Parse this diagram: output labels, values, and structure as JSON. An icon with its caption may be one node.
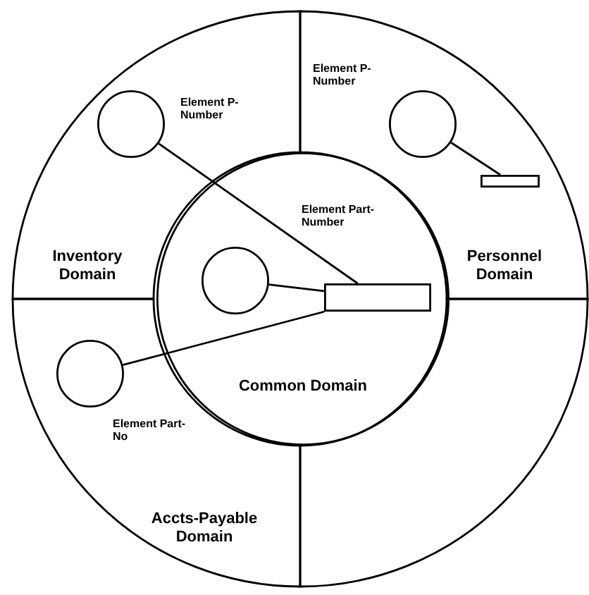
{
  "diagram": {
    "nodes": [
      {
        "text": [
          "Inventory Domain"
        ]
      },
      {
        "text": [
          "Personnel Domain"
        ]
      },
      {
        "text": [
          "Common Domain"
        ]
      },
      {
        "text": [
          "Accts-Payable Domain"
        ]
      },
      {
        "text": [],
        "shape": "sector"
      },
      {
        "text": [],
        "shape": "circle",
        "beside": [
          "Element P-Number"
        ],
        "in": 0
      },
      {
        "text": [],
        "shape": "circle",
        "beside": [
          "Element P-Number"
        ],
        "in": 1
      },
      {
        "text": [],
        "shape": "box",
        "in": 1
      },
      {
        "text": [],
        "shape": "circle",
        "beside": [
          "Element Part-Number"
        ],
        "in": 2
      },
      {
        "text": [],
        "shape": "box",
        "in": 2
      },
      {
        "text": [],
        "shape": "circle",
        "beside": [
          "Element Part-No"
        ],
        "in": 3
      }
    ],
    "edges": [
      {
        "from": 5,
        "to": 9,
        "arrow": "none"
      },
      {
        "from": 8,
        "to": 9,
        "arrow": "none"
      },
      {
        "from": 10,
        "to": 9,
        "arrow": "none"
      },
      {
        "from": 6,
        "to": 7,
        "arrow": "none"
      }
    ]
  }
}
